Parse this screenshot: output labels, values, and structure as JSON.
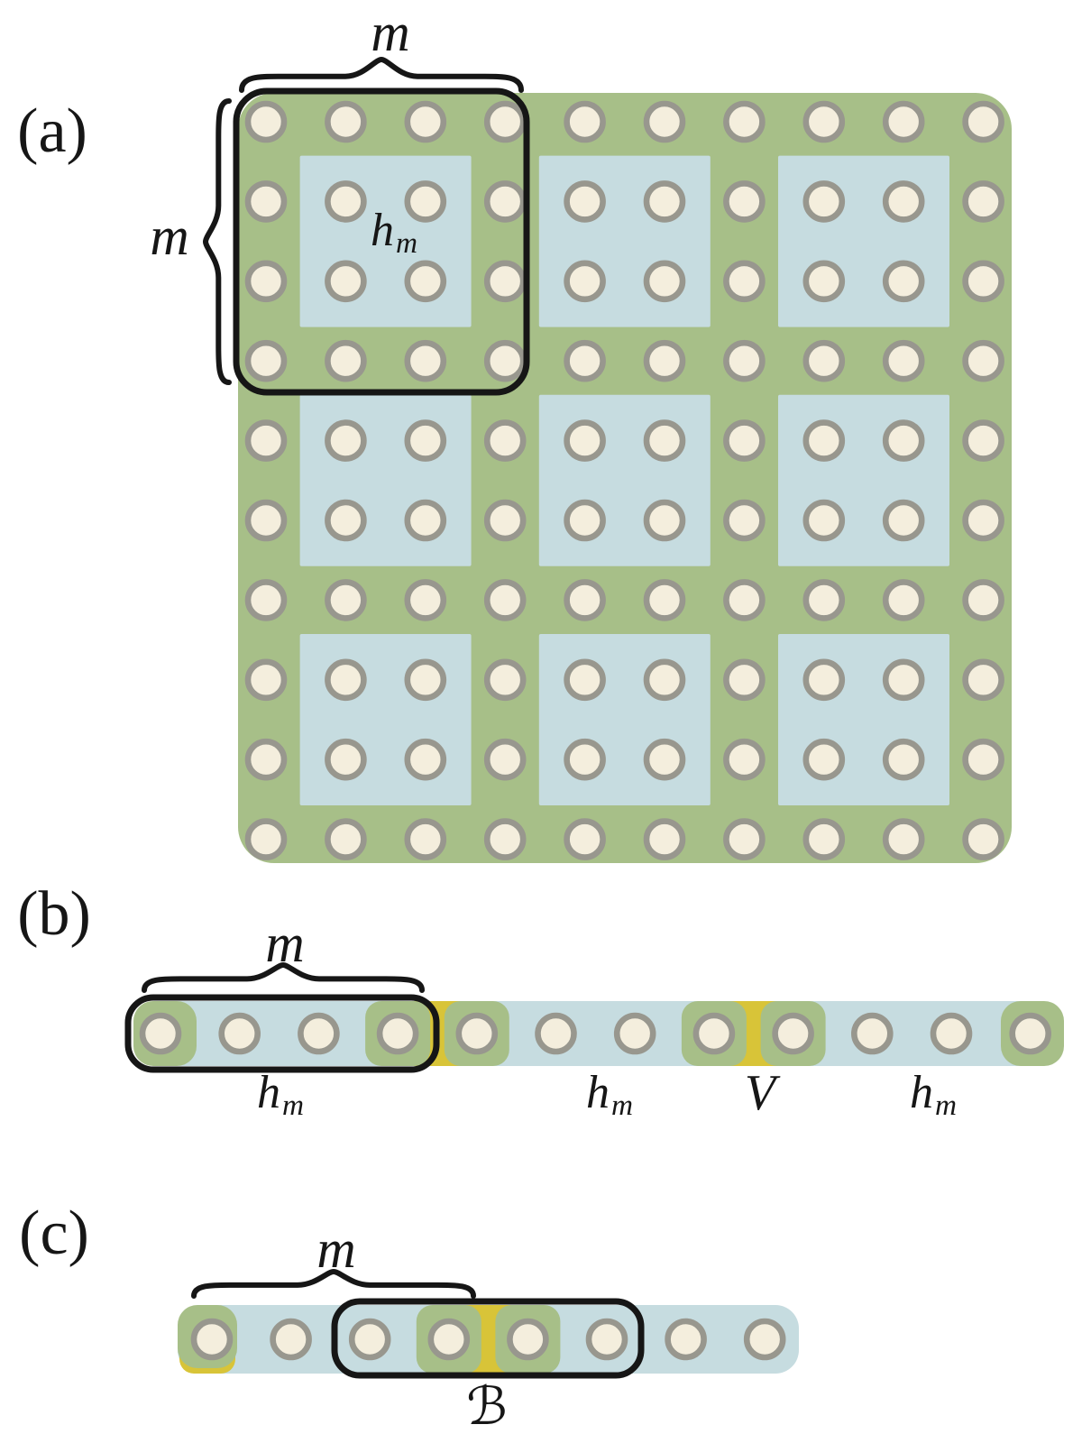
{
  "colors": {
    "background": "#ffffff",
    "green": "#a7bf88",
    "blue": "#c6dce0",
    "site_fill": "#f4eedd",
    "site_ring": "#98978e",
    "yellow": "#d8c438",
    "outline": "#161616"
  },
  "panels": {
    "a": {
      "label": "(a)",
      "type": "2d-block-lattice",
      "grid_cols": 10,
      "grid_rows": 10,
      "block_cols": 3,
      "block_rows": 3,
      "brace_top_label": "m",
      "brace_left_label": "m",
      "block_label": {
        "base": "h",
        "sub": "m"
      }
    },
    "b": {
      "label": "(b)",
      "type": "1d-chain",
      "num_sites": 12,
      "brace_label": "m",
      "green_sites": [
        1,
        4,
        5,
        8,
        9,
        12
      ],
      "junctions": [
        [
          4,
          5
        ],
        [
          8,
          9
        ]
      ],
      "outlined_sites": [
        1,
        4
      ],
      "block_labels": [
        {
          "base": "h",
          "sub": "m"
        },
        {
          "base": "h",
          "sub": "m"
        },
        {
          "base": "h",
          "sub": "m"
        }
      ],
      "coupling_label": "V"
    },
    "c": {
      "label": "(c)",
      "type": "1d-chain",
      "num_sites": 8,
      "brace_label": "m",
      "green_sites": [
        1,
        4,
        5
      ],
      "junctions": [
        [
          4,
          5
        ]
      ],
      "outlined_sites": [
        3,
        6
      ],
      "boundary_wrap": true,
      "region_label": "ℬ"
    }
  }
}
